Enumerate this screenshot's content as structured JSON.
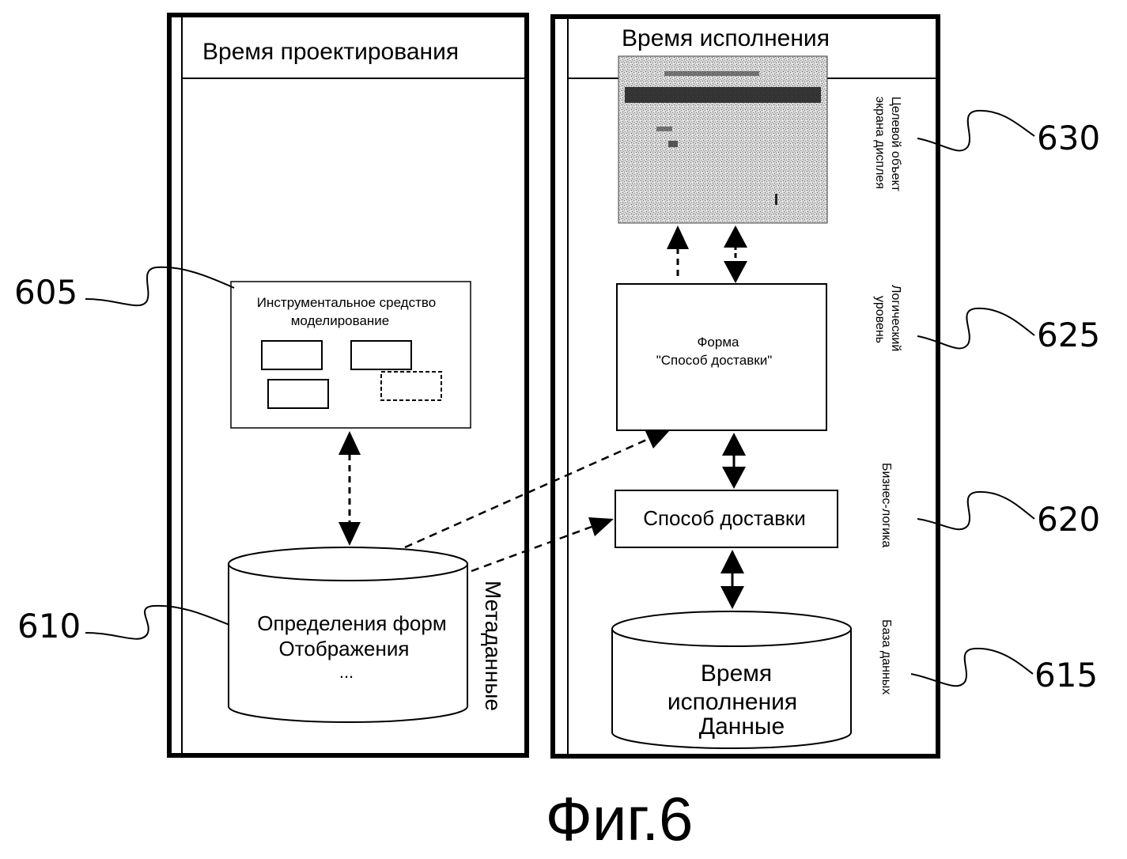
{
  "design_panel": {
    "title": "Время проектирования",
    "side_label": "Метаданные"
  },
  "runtime_panel": {
    "title": "Время исполнения"
  },
  "modeling_tool": {
    "line1": "Инструментальное средство",
    "line2": "моделирование"
  },
  "metadata_db": {
    "line1": "Определения форм",
    "line2": "Отображения",
    "line3": "..."
  },
  "form_box": {
    "line1": "Форма",
    "line2": "\"Способ доставки\""
  },
  "delivery_box": {
    "label": "Способ доставки"
  },
  "runtime_db": {
    "line1": "Время",
    "line2": "исполнения",
    "line3": "Данные"
  },
  "layer_labels": {
    "display": {
      "line1": "Целевой объект",
      "line2": "экрана дисплея"
    },
    "logic": {
      "line1": "Логический",
      "line2": "уровень"
    },
    "business": "Бизнес-логика",
    "database": "База данных"
  },
  "refs": {
    "r605": "605",
    "r610": "610",
    "r615": "615",
    "r620": "620",
    "r625": "625",
    "r630": "630"
  },
  "caption": "Фиг.6"
}
